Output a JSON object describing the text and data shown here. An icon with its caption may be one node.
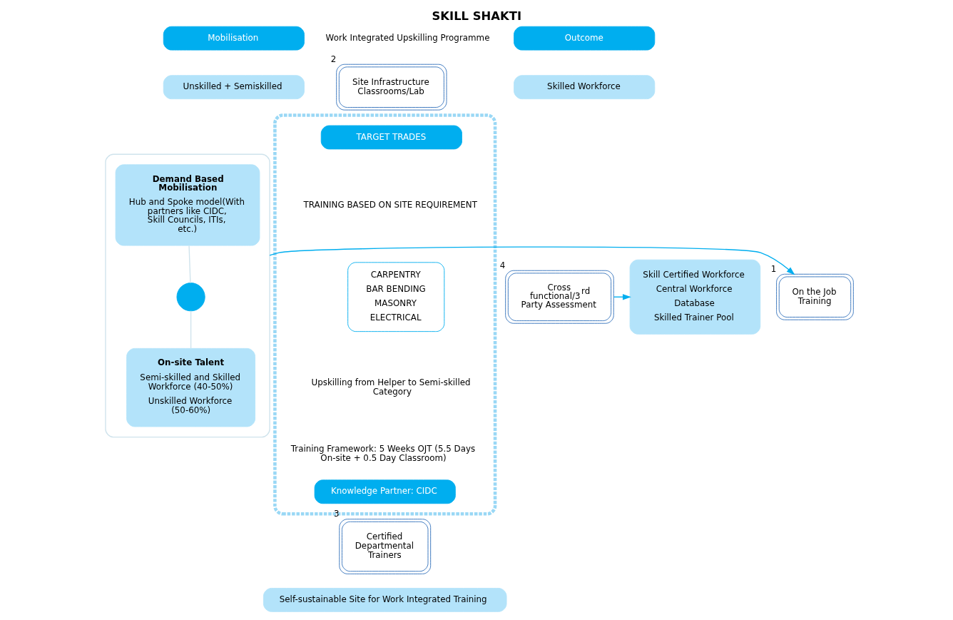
{
  "diagram": {
    "title": "SKILL SHAKTI",
    "nodes": [
      {
        "text": [
          "Mobilisation"
        ]
      },
      {
        "text": [
          "Unskilled + Semiskilled"
        ]
      },
      {
        "text": [
          "Outcome"
        ]
      },
      {
        "text": [
          "Skilled Workforce"
        ]
      },
      {
        "text": [
          "Site Infrastructure Classrooms/Lab"
        ],
        "beside": [
          "2"
        ]
      },
      {
        "text": [],
        "shape": "box"
      },
      {
        "text": [
          "Demand Based Mobilisation",
          "Hub and Spoke model(With partners like CIDC, Skill Councils, ITIs, etc.)"
        ],
        "in": 5
      },
      {
        "text": [],
        "shape": "circle",
        "in": 5
      },
      {
        "text": [
          "On-site Talent",
          "Semi-skilled and Skilled Workforce (40-50%)",
          "Unskilled Workforce (50-60%)"
        ],
        "in": 5
      },
      {
        "text": [],
        "shape": "box"
      },
      {
        "text": [
          "TARGET TRADES"
        ],
        "in": 9
      },
      {
        "text": [
          "CARPENTRY",
          "BAR BENDING",
          "MASONRY",
          "ELECTRICAL"
        ],
        "in": 9
      },
      {
        "text": [
          "Knowledge Partner: CIDC"
        ],
        "in": 9
      },
      {
        "text": [
          "On the Job Training"
        ],
        "beside": [
          "1"
        ]
      },
      {
        "text": [
          "Cross functional/3$^{rd}$ Party Assessment"
        ],
        "beside": [
          "4"
        ]
      },
      {
        "text": [
          "Certified Departmental Trainers"
        ],
        "beside": [
          "3"
        ]
      },
      {
        "text": [
          "Skill Certified Workforce",
          "Central Workforce",
          "Database",
          "Skilled Trainer Pool"
        ]
      },
      {
        "text": [
          "Self-sustainable Site for Work Integrated Training"
        ]
      }
    ],
    "edges": [
      {
        "from": 6,
        "to": 7,
        "arrow": "none",
        "color": "#cfe3ec"
      },
      {
        "from": 7,
        "to": 8,
        "arrow": "none",
        "color": "#cfe3ec"
      },
      {
        "from": 5,
        "to": 13,
        "arrow": "to",
        "color": "#00aeef"
      },
      {
        "from": 14,
        "to": 16,
        "arrow": "to",
        "color": "#00aeef"
      }
    ],
    "labels": [
      "Work Integrated Upskilling Programme",
      "TRAINING BASED ON SITE REQUIREMENT",
      "Upskilling from Helper to Semi-skilled Category",
      "Training Framework: 5 Weeks OJT (5.5 Days On-site + 0.5 Day Classroom)"
    ]
  }
}
